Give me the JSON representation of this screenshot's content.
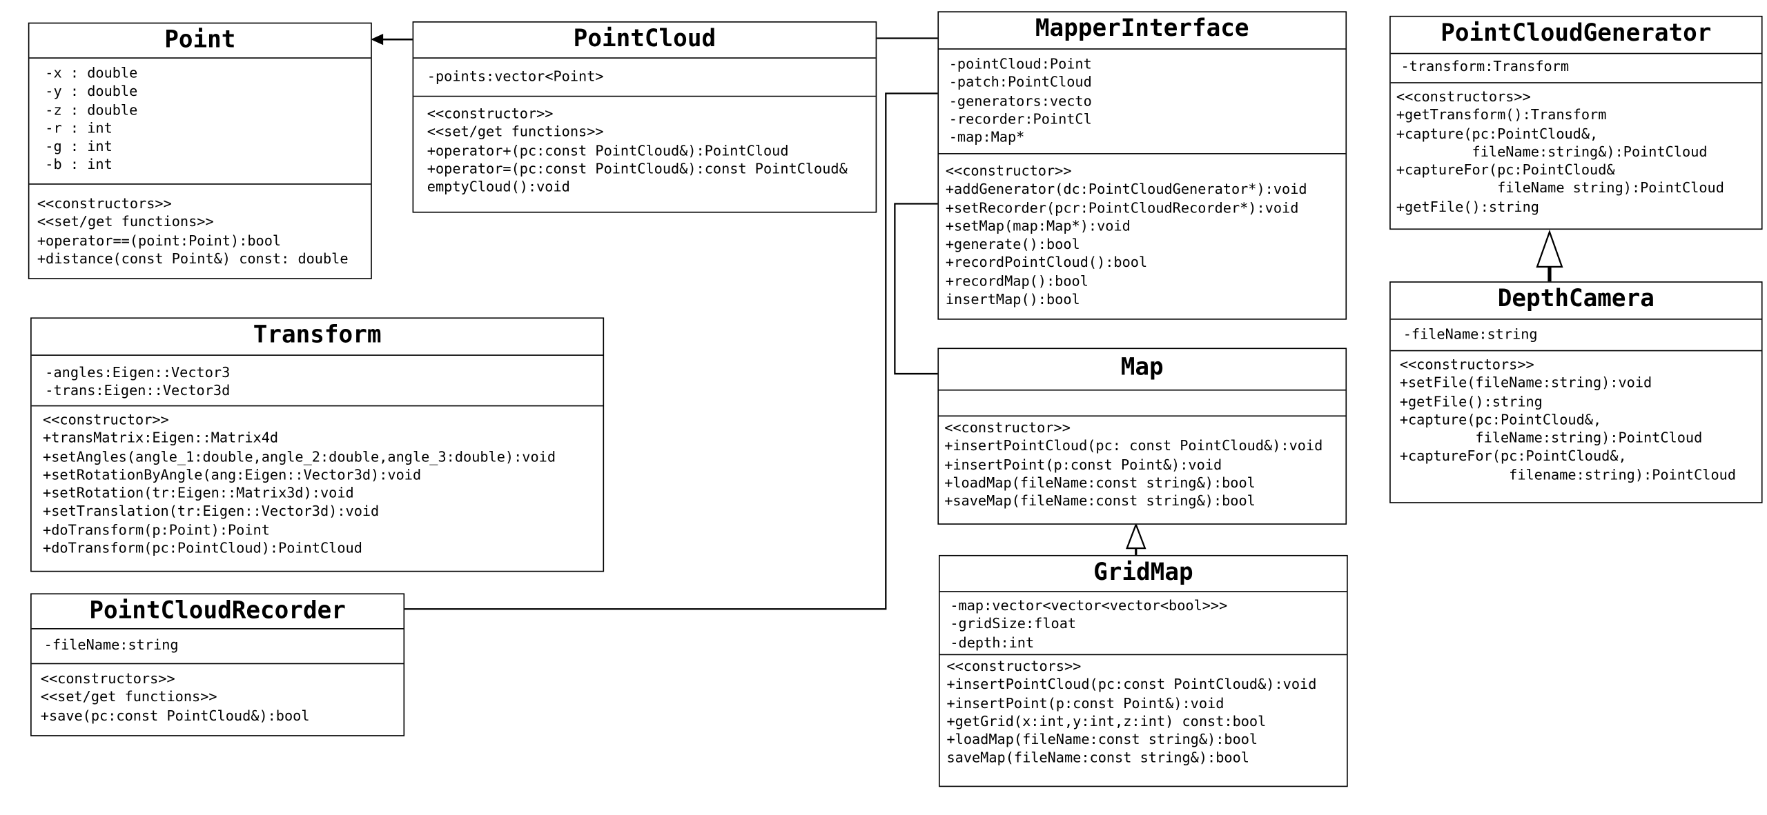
{
  "classes": {
    "point": {
      "name": "Point",
      "attributes": [
        "-x : double",
        "-y : double",
        "-z : double",
        "-r : int",
        "-g : int",
        "-b : int"
      ],
      "methods": [
        "<<constructors>>",
        "<<set/get functions>>",
        "+operator==(point:Point):bool",
        "+distance(const Point&) const: double"
      ]
    },
    "pointcloud": {
      "name": "PointCloud",
      "attributes": [
        "-points:vector<Point>"
      ],
      "methods": [
        "<<constructor>>",
        "<<set/get functions>>",
        "+operator+(pc:const PointCloud&):PointCloud",
        "+operator=(pc:const PointCloud&):const PointCloud&",
        "emptyCloud():void"
      ]
    },
    "mapperinterface": {
      "name": "MapperInterface",
      "attributes": [
        "-pointCloud:Point",
        "-patch:PointCloud",
        "-generators:vecto",
        "-recorder:PointCl",
        "-map:Map*"
      ],
      "methods": [
        "<<constructor>>",
        "+addGenerator(dc:PointCloudGenerator*):void",
        "+setRecorder(pcr:PointCloudRecorder*):void",
        "+setMap(map:Map*):void",
        "+generate():bool",
        "+recordPointCloud():bool",
        "+recordMap():bool",
        "insertMap():bool"
      ]
    },
    "pointcloudgenerator": {
      "name": "PointCloudGenerator",
      "attributes": [
        "-transform:Transform"
      ],
      "methods": [
        "<<constructors>>",
        "+getTransform():Transform",
        "+capture(pc:PointCloud&,",
        "         fileName:string&):PointCloud",
        "+captureFor(pc:PointCloud&",
        "            fileName string):PointCloud",
        "+getFile():string"
      ]
    },
    "depthcamera": {
      "name": "DepthCamera",
      "attributes": [
        "-fileName:string"
      ],
      "methods": [
        "<<constructors>>",
        "+setFile(fileName:string):void",
        "+getFile():string",
        "+capture(pc:PointCloud&,",
        "         fileName:string):PointCloud",
        "+captureFor(pc:PointCloud&,",
        "             filename:string):PointCloud"
      ]
    },
    "transform": {
      "name": "Transform",
      "attributes": [
        "-angles:Eigen::Vector3",
        "-trans:Eigen::Vector3d"
      ],
      "methods": [
        "<<constructor>>",
        "+transMatrix:Eigen::Matrix4d",
        "+setAngles(angle_1:double,angle_2:double,angle_3:double):void",
        "+setRotationByAngle(ang:Eigen::Vector3d):void",
        "+setRotation(tr:Eigen::Matrix3d):void",
        "+setTranslation(tr:Eigen::Vector3d):void",
        "+doTransform(p:Point):Point",
        "+doTransform(pc:PointCloud):PointCloud"
      ]
    },
    "map": {
      "name": "Map",
      "attributes": [],
      "methods": [
        "<<constructor>>",
        "+insertPointCloud(pc: const PointCloud&):void",
        "+insertPoint(p:const Point&):void",
        "+loadMap(fileName:const string&):bool",
        "+saveMap(fileName:const string&):bool"
      ]
    },
    "gridmap": {
      "name": "GridMap",
      "attributes": [
        "-map:vector<vector<vector<bool>>>",
        "-gridSize:float",
        "-depth:int"
      ],
      "methods": [
        "<<constructors>>",
        "+insertPointCloud(pc:const PointCloud&):void",
        "+insertPoint(p:const Point&):void",
        "+getGrid(x:int,y:int,z:int) const:bool",
        "+loadMap(fileName:const string&):bool",
        "saveMap(fileName:const string&):bool"
      ]
    },
    "pointcloudrecorder": {
      "name": "PointCloudRecorder",
      "attributes": [
        "-fileName:string"
      ],
      "methods": [
        "<<constructors>>",
        "<<set/get functions>>",
        "+save(pc:const PointCloud&):bool"
      ]
    }
  }
}
